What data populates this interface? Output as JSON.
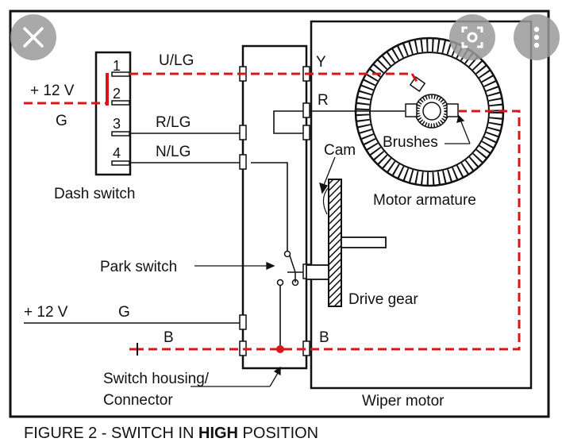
{
  "dash_switch": {
    "terminals": [
      "1",
      "2",
      "3",
      "4"
    ],
    "label": "Dash switch"
  },
  "supply_top": {
    "voltage": "+ 12 V",
    "wire": "G"
  },
  "supply_bottom": {
    "voltage": "+ 12 V",
    "wire": "G"
  },
  "wires": {
    "ulg": "U/LG",
    "rlg": "R/LG",
    "nlg": "N/LG",
    "b": "B"
  },
  "motor_terminals": {
    "y": "Y",
    "r": "R",
    "b": "B"
  },
  "labels": {
    "brushes": "Brushes",
    "cam": "Cam",
    "motor_armature": "Motor armature",
    "park_switch": "Park switch",
    "drive_gear": "Drive gear",
    "switch_housing_line1": "Switch housing/",
    "switch_housing_line2": "Connector",
    "wiper_motor": "Wiper motor"
  },
  "caption": {
    "prefix": "FIGURE 2 - SWITCH IN ",
    "bold": "HIGH",
    "suffix": " POSITION"
  },
  "colors": {
    "active_wire": "#d81818",
    "ink": "#111111",
    "overlay": "#9a9a9a"
  },
  "overlay_icons": [
    "close-icon",
    "lens-icon",
    "more-vert-icon"
  ]
}
